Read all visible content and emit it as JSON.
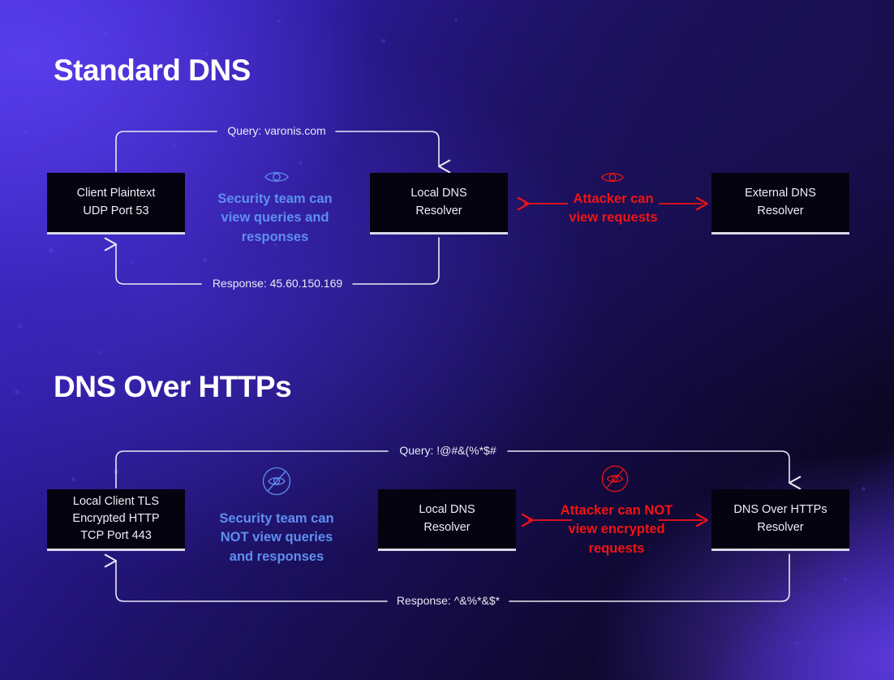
{
  "colors": {
    "accent_blue": "#5f8fef",
    "accent_red": "#f01414",
    "node_fill": "#05030f",
    "node_border": "#d8d9e8",
    "edge_stroke": "#e9eaf4",
    "background_start": "#4327d8",
    "background_end": "#0a0622"
  },
  "sections": [
    {
      "id": "standard-dns",
      "heading": "Standard DNS",
      "nodes": [
        {
          "id": "client",
          "label": "Client Plaintext\nUDP Port 53"
        },
        {
          "id": "local-resolver",
          "label": "Local DNS\nResolver"
        },
        {
          "id": "external-resolver",
          "label": "External DNS\nResolver"
        }
      ],
      "query_label": "Query: varonis.com",
      "response_label": "Response: 45.60.150.169",
      "security_caption": "Security team can\nview queries and\nresponses",
      "security_icon": "eye-icon",
      "attacker_caption": "Attacker can\nview requests",
      "attacker_icon": "eye-icon"
    },
    {
      "id": "dns-over-https",
      "heading": "DNS Over HTTPs",
      "nodes": [
        {
          "id": "local-client",
          "label": "Local Client TLS\nEncrypted HTTP\nTCP Port 443"
        },
        {
          "id": "local-resolver-2",
          "label": "Local DNS\nResolver"
        },
        {
          "id": "doh-resolver",
          "label": "DNS Over HTTPs\nResolver"
        }
      ],
      "query_label": "Query: !@#&(%*$#",
      "response_label": "Response: ^&%*&$*",
      "security_caption": "Security team can\nNOT view queries\nand responses",
      "security_icon": "eye-slash-icon",
      "attacker_caption": "Attacker can NOT\nview encrypted\nrequests",
      "attacker_icon": "eye-slash-icon"
    }
  ]
}
